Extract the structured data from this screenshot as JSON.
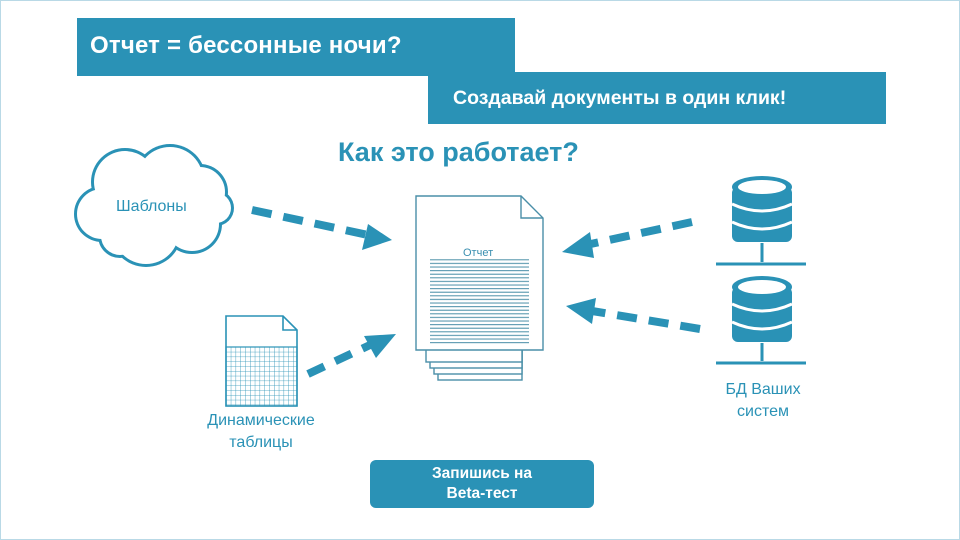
{
  "header": {
    "title": "Отчет = бессонные ночи?",
    "subtitle": "Создавай документы в один клик!"
  },
  "diagram": {
    "heading": "Как это работает?",
    "templates_label": "Шаблоны",
    "report_label": "Отчет",
    "tables_label_line1": "Динамические",
    "tables_label_line2": "таблицы",
    "db_label_line1": "БД Ваших",
    "db_label_line2": "систем"
  },
  "cta": {
    "line1": "Запишись на",
    "line2": "Beta-тест"
  },
  "colors": {
    "accent": "#2a92b6",
    "background": "#ffffff"
  },
  "icons": [
    "cloud-icon",
    "document-stack-icon",
    "spreadsheet-icon",
    "database-icon",
    "dashed-arrow-icon"
  ]
}
